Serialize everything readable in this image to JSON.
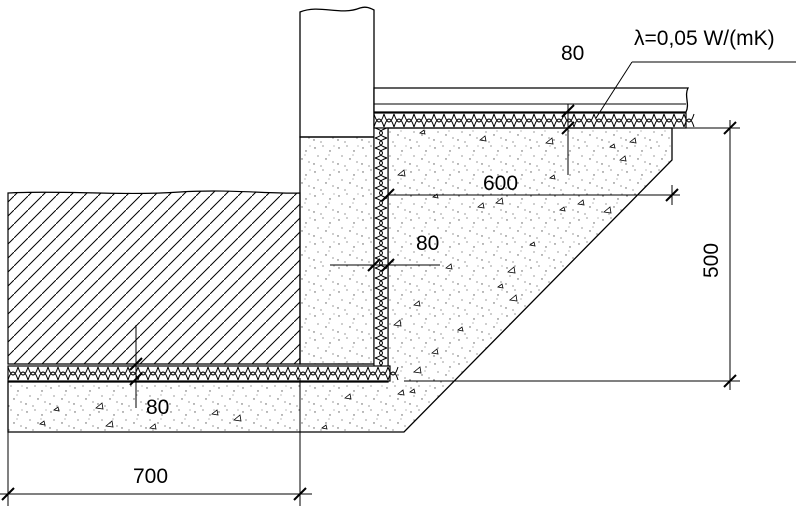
{
  "labels": {
    "lambda": "λ=0,05  W/(mK)",
    "top_insulation_thickness": "80",
    "wall_insulation_thickness": "80",
    "bottom_insulation_thickness": "80",
    "slab_width": "600",
    "slab_depth": "500",
    "footing_width": "700"
  },
  "colors": {
    "line": "#000000",
    "background": "#ffffff",
    "concrete_speckle": "#555555"
  }
}
